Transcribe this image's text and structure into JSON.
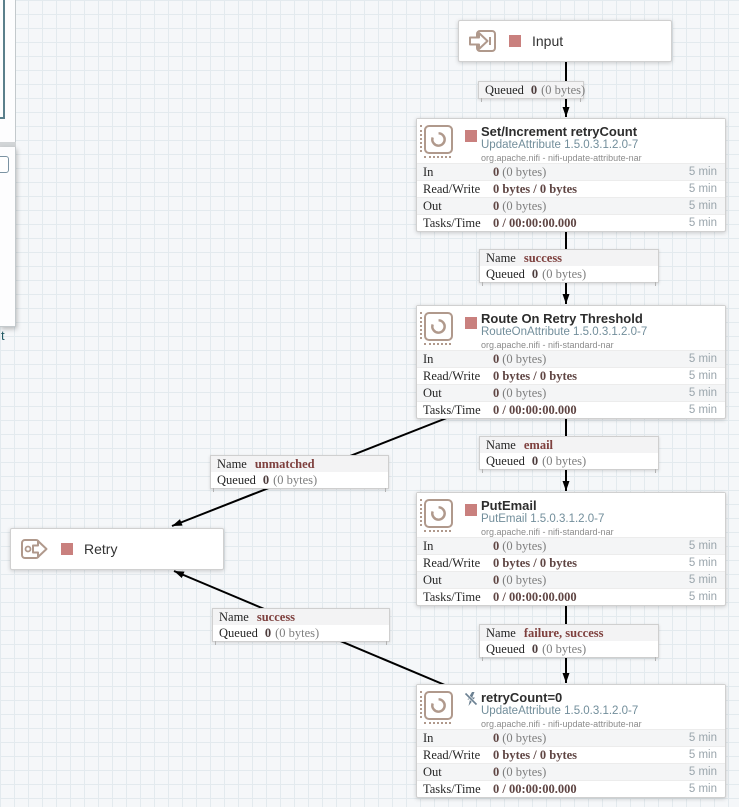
{
  "shared": {
    "name_label": "Name",
    "queued_label": "Queued",
    "window": "5 min",
    "rows": [
      "In",
      "Read/Write",
      "Out",
      "Tasks/Time"
    ]
  },
  "ports": {
    "input": {
      "label": "Input"
    },
    "retry": {
      "label": "Retry"
    }
  },
  "processors": [
    {
      "name": "Set/Increment retryCount",
      "type_version": "UpdateAttribute 1.5.0.3.1.2.0-7",
      "bundle": "org.apache.nifi - nifi-update-attribute-nar",
      "state": "stopped",
      "stats": {
        "in_count": "0",
        "in_size": "(0 bytes)",
        "read_write": "0 bytes / 0 bytes",
        "out_count": "0",
        "out_size": "(0 bytes)",
        "tasks_time": "0 / 00:00:00.000"
      }
    },
    {
      "name": "Route On Retry Threshold",
      "type_version": "RouteOnAttribute 1.5.0.3.1.2.0-7",
      "bundle": "org.apache.nifi - nifi-standard-nar",
      "state": "stopped",
      "stats": {
        "in_count": "0",
        "in_size": "(0 bytes)",
        "read_write": "0 bytes / 0 bytes",
        "out_count": "0",
        "out_size": "(0 bytes)",
        "tasks_time": "0 / 00:00:00.000"
      }
    },
    {
      "name": "PutEmail",
      "type_version": "PutEmail 1.5.0.3.1.2.0-7",
      "bundle": "org.apache.nifi - nifi-standard-nar",
      "state": "stopped",
      "stats": {
        "in_count": "0",
        "in_size": "(0 bytes)",
        "read_write": "0 bytes / 0 bytes",
        "out_count": "0",
        "out_size": "(0 bytes)",
        "tasks_time": "0 / 00:00:00.000"
      }
    },
    {
      "name": "retryCount=0",
      "type_version": "UpdateAttribute 1.5.0.3.1.2.0-7",
      "bundle": "org.apache.nifi - nifi-update-attribute-nar",
      "state": "disabled",
      "stats": {
        "in_count": "0",
        "in_size": "(0 bytes)",
        "read_write": "0 bytes / 0 bytes",
        "out_count": "0",
        "out_size": "(0 bytes)",
        "tasks_time": "0 / 00:00:00.000"
      }
    }
  ],
  "connections": [
    {
      "count": "0",
      "size": "(0 bytes)"
    },
    {
      "name": "success",
      "count": "0",
      "size": "(0 bytes)"
    },
    {
      "name": "unmatched",
      "count": "0",
      "size": "(0 bytes)"
    },
    {
      "name": "email",
      "count": "0",
      "size": "(0 bytes)"
    },
    {
      "name": "success",
      "count": "0",
      "size": "(0 bytes)"
    },
    {
      "name": "failure, success",
      "count": "0",
      "size": "(0 bytes)"
    }
  ],
  "left_panel": {
    "fragment_text": "t"
  },
  "colors": {
    "stopped_state": "#c9807e",
    "node_icon": "#b0998c",
    "type_text": "#728e9b",
    "disabled_state": "#6c8192",
    "wire": "#000000",
    "connection_name": "#7e403e"
  }
}
